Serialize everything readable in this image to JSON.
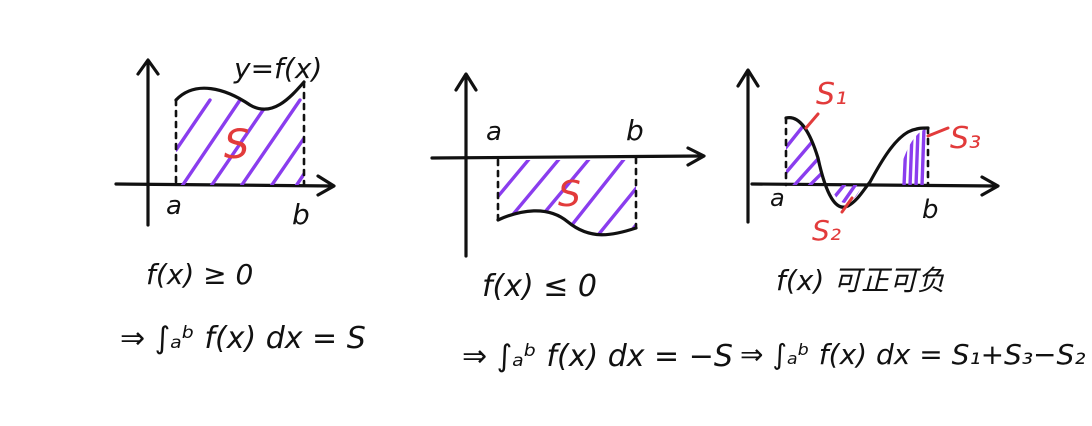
{
  "panel1": {
    "curve_label": "y=f(x)",
    "area_label": "S",
    "a": "a",
    "b": "b",
    "condition": "f(x) ≥ 0",
    "formula": "⇒ ∫ₐᵇ f(x) dx = S"
  },
  "panel2": {
    "area_label": "S",
    "a": "a",
    "b": "b",
    "condition": "f(x) ≤ 0",
    "formula": "⇒ ∫ₐᵇ f(x) dx = −S"
  },
  "panel3": {
    "s1": "S₁",
    "s2": "S₂",
    "s3": "S₃",
    "a": "a",
    "b": "b",
    "condition": "f(x) 可正可负",
    "formula": "⇒ ∫ₐᵇ f(x) dx = S₁+S₃−S₂"
  },
  "colors": {
    "ink": "#111111",
    "hatch": "#8a3dee",
    "label": "#e23b3b"
  }
}
